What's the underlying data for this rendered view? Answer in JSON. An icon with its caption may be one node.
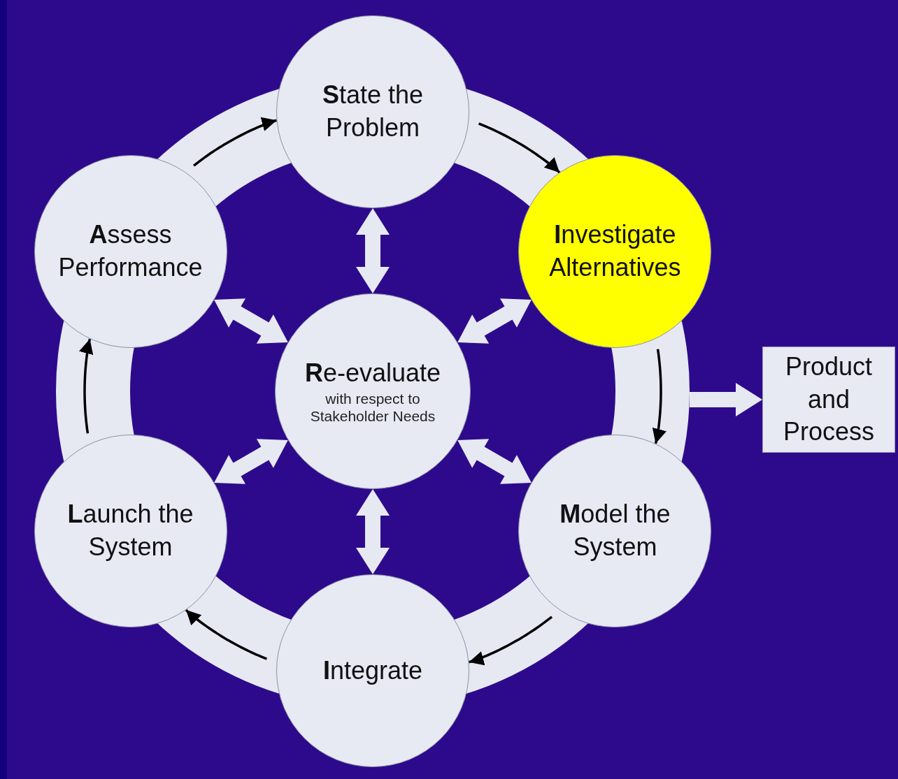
{
  "diagram": {
    "nodes": [
      {
        "text": [
          "**S**tate the Problem"
        ]
      },
      {
        "text": [
          "**I**nvestigate Alternatives"
        ]
      },
      {
        "text": [
          "**M**odel the System"
        ]
      },
      {
        "text": [
          "**I**ntegrate"
        ]
      },
      {
        "text": [
          "**L**aunch the System"
        ]
      },
      {
        "text": [
          "**A**ssess Performance"
        ]
      },
      {
        "text": [
          "**R**e-evaluate",
          "with respect to Stakeholder Needs"
        ]
      },
      {
        "text": [
          "Product and Process"
        ]
      }
    ],
    "edges": [
      {
        "from": 5,
        "to": 0,
        "arrow": "to"
      },
      {
        "from": 0,
        "to": 1,
        "arrow": "to"
      },
      {
        "from": 1,
        "to": 2,
        "arrow": "to"
      },
      {
        "from": 2,
        "to": 3,
        "arrow": "to"
      },
      {
        "from": 3,
        "to": 4,
        "arrow": "to"
      },
      {
        "from": 4,
        "to": 5,
        "arrow": "to"
      },
      {
        "from": 6,
        "to": 0,
        "arrow": "both",
        "style": "thick",
        "color": "#e6e9f2"
      },
      {
        "from": 6,
        "to": 1,
        "arrow": "both",
        "style": "thick",
        "color": "#e6e9f2"
      },
      {
        "from": 6,
        "to": 2,
        "arrow": "both",
        "style": "thick",
        "color": "#e6e9f2"
      },
      {
        "from": 6,
        "to": 3,
        "arrow": "both",
        "style": "thick",
        "color": "#e6e9f2"
      },
      {
        "from": 6,
        "to": 4,
        "arrow": "both",
        "style": "thick",
        "color": "#e6e9f2"
      },
      {
        "from": 6,
        "to": 5,
        "arrow": "both",
        "style": "thick",
        "color": "#e6e9f2"
      },
      {
        "from": null,
        "to": 7,
        "arrow": "to",
        "style": "thick",
        "color": "#e6e9f2"
      }
    ]
  }
}
